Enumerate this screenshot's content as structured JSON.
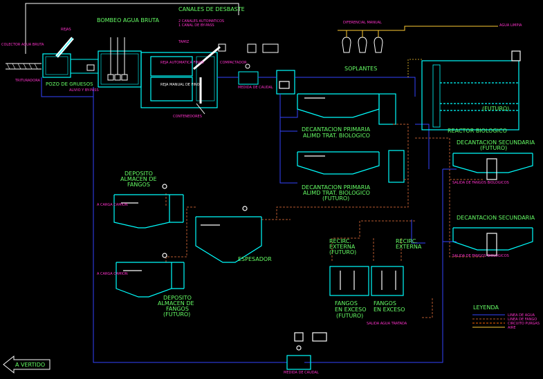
{
  "labels": {
    "canales_desbaste": "CANALES DE DESBASTE",
    "canales_automaticos": "2 CANALES AUTOMATICOS",
    "canal_by_pass": "1 CANAL DE BY-PASS",
    "bombeo_agua_bruta": "BOMBEO AGUA BRUTA",
    "pozo_gruesos": "POZO DE GRUESOS",
    "colector_agua_bruta": "COLECTOR AGUA BRUTA",
    "trituradora": "TRITURADORA",
    "rejas": "REJAS",
    "alivio_by_pass": "ALIVIO Y BY-PASS",
    "tamiz": "TAMIZ",
    "reja_automatica": "REJA AUTOMATICA FINOS",
    "reja_manual": "REJA MANUAL DE FINOS",
    "contenedores": "CONTENEDORES",
    "compactador": "COMPACTADOR",
    "medida_caudal_top": "MEDIDA DE CAUDAL",
    "diferencial_manual": "DIFERENCIAL MANUAL",
    "soplantes": "SOPLANTES",
    "futuro_reactor": "(FUTURO)",
    "reactor_biologico": "REACTOR BIOLOGICO",
    "decant_primaria_1": "DECANTACION PRIMARIA",
    "decant_primaria_1b": "ALIMD TRAT. BIOLOGICO",
    "decant_primaria_2": "DECANTACION PRIMARIA",
    "decant_primaria_2b": "ALIMD TRAT. BIOLOGICO",
    "decant_primaria_2c": "(FUTURO)",
    "decant_secundaria_1": "DECANTACION SECUNDARIA",
    "decant_secundaria_1b": "(FUTURO)",
    "decant_secundaria_2": "DECANTACION SECUNDARIA",
    "salida_fangos_1": "SALIDA DE FANGOS BIOLOGICOS",
    "salida_fangos_2": "SALIDA DE FANGOS BIOLOGICOS",
    "deposito_1": "DEPOSITO",
    "deposito_1b": "ALMACEN DE",
    "deposito_1c": "FANGOS",
    "a_carga_camion_1": "A CARGA CAMION",
    "a_carga_camion_2": "A CARGA CAMION",
    "espesador": "ESPESADOR",
    "deposito_2": "DEPOSITO",
    "deposito_2b": "ALMACEN DE",
    "deposito_2c": "FANGOS",
    "deposito_2d": "(FUTURO)",
    "recirc_externa_1": "RECIRC.",
    "recirc_externa_1b": "EXTERNA",
    "recirc_externa_1c": "(FUTURO)",
    "recirc_externa_2": "RECIRC.",
    "recirc_externa_2b": "EXTERNA",
    "fangos_exceso_1": "FANGOS",
    "fangos_exceso_1b": "EN EXCESO",
    "fangos_exceso_1c": "(FUTURO)",
    "fangos_exceso_2": "FANGOS",
    "fangos_exceso_2b": "EN EXCESO",
    "salida_agua_tratada": "SALIDA AGUA TRATADA",
    "medida_caudal_bottom": "MEDIDA DE CAUDAL",
    "a_vertido": "A VERTIDO",
    "agua_limpia_tag": "AGUA LIMPIA",
    "legend_title": "LEYENDA",
    "legend_items": [
      "LINEA DE AGUA",
      "LINEA DE FANGO",
      "CIRCUITO PURGAS",
      "AIRE"
    ]
  },
  "colors": {
    "water_line": "#3344ff",
    "sludge_line": "#b85a30",
    "purge_line": "#ff6600",
    "air_line": "#ffcc33",
    "structure": "#00ffff",
    "label": "#66ff66",
    "tag": "#ff33cc",
    "equipment": "#ffffff"
  }
}
